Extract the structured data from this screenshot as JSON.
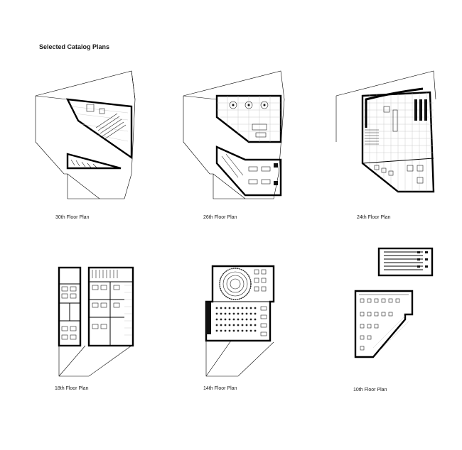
{
  "title": "Selected Catalog Plans",
  "plans": [
    {
      "id": "30",
      "caption": "30th Floor Plan"
    },
    {
      "id": "26",
      "caption": "26th Floor Plan"
    },
    {
      "id": "24",
      "caption": "24th Floor Plan"
    },
    {
      "id": "18",
      "caption": "18th Floor Plan"
    },
    {
      "id": "14",
      "caption": "14th Floor Plan"
    },
    {
      "id": "10",
      "caption": "10th Floor Plan"
    }
  ]
}
